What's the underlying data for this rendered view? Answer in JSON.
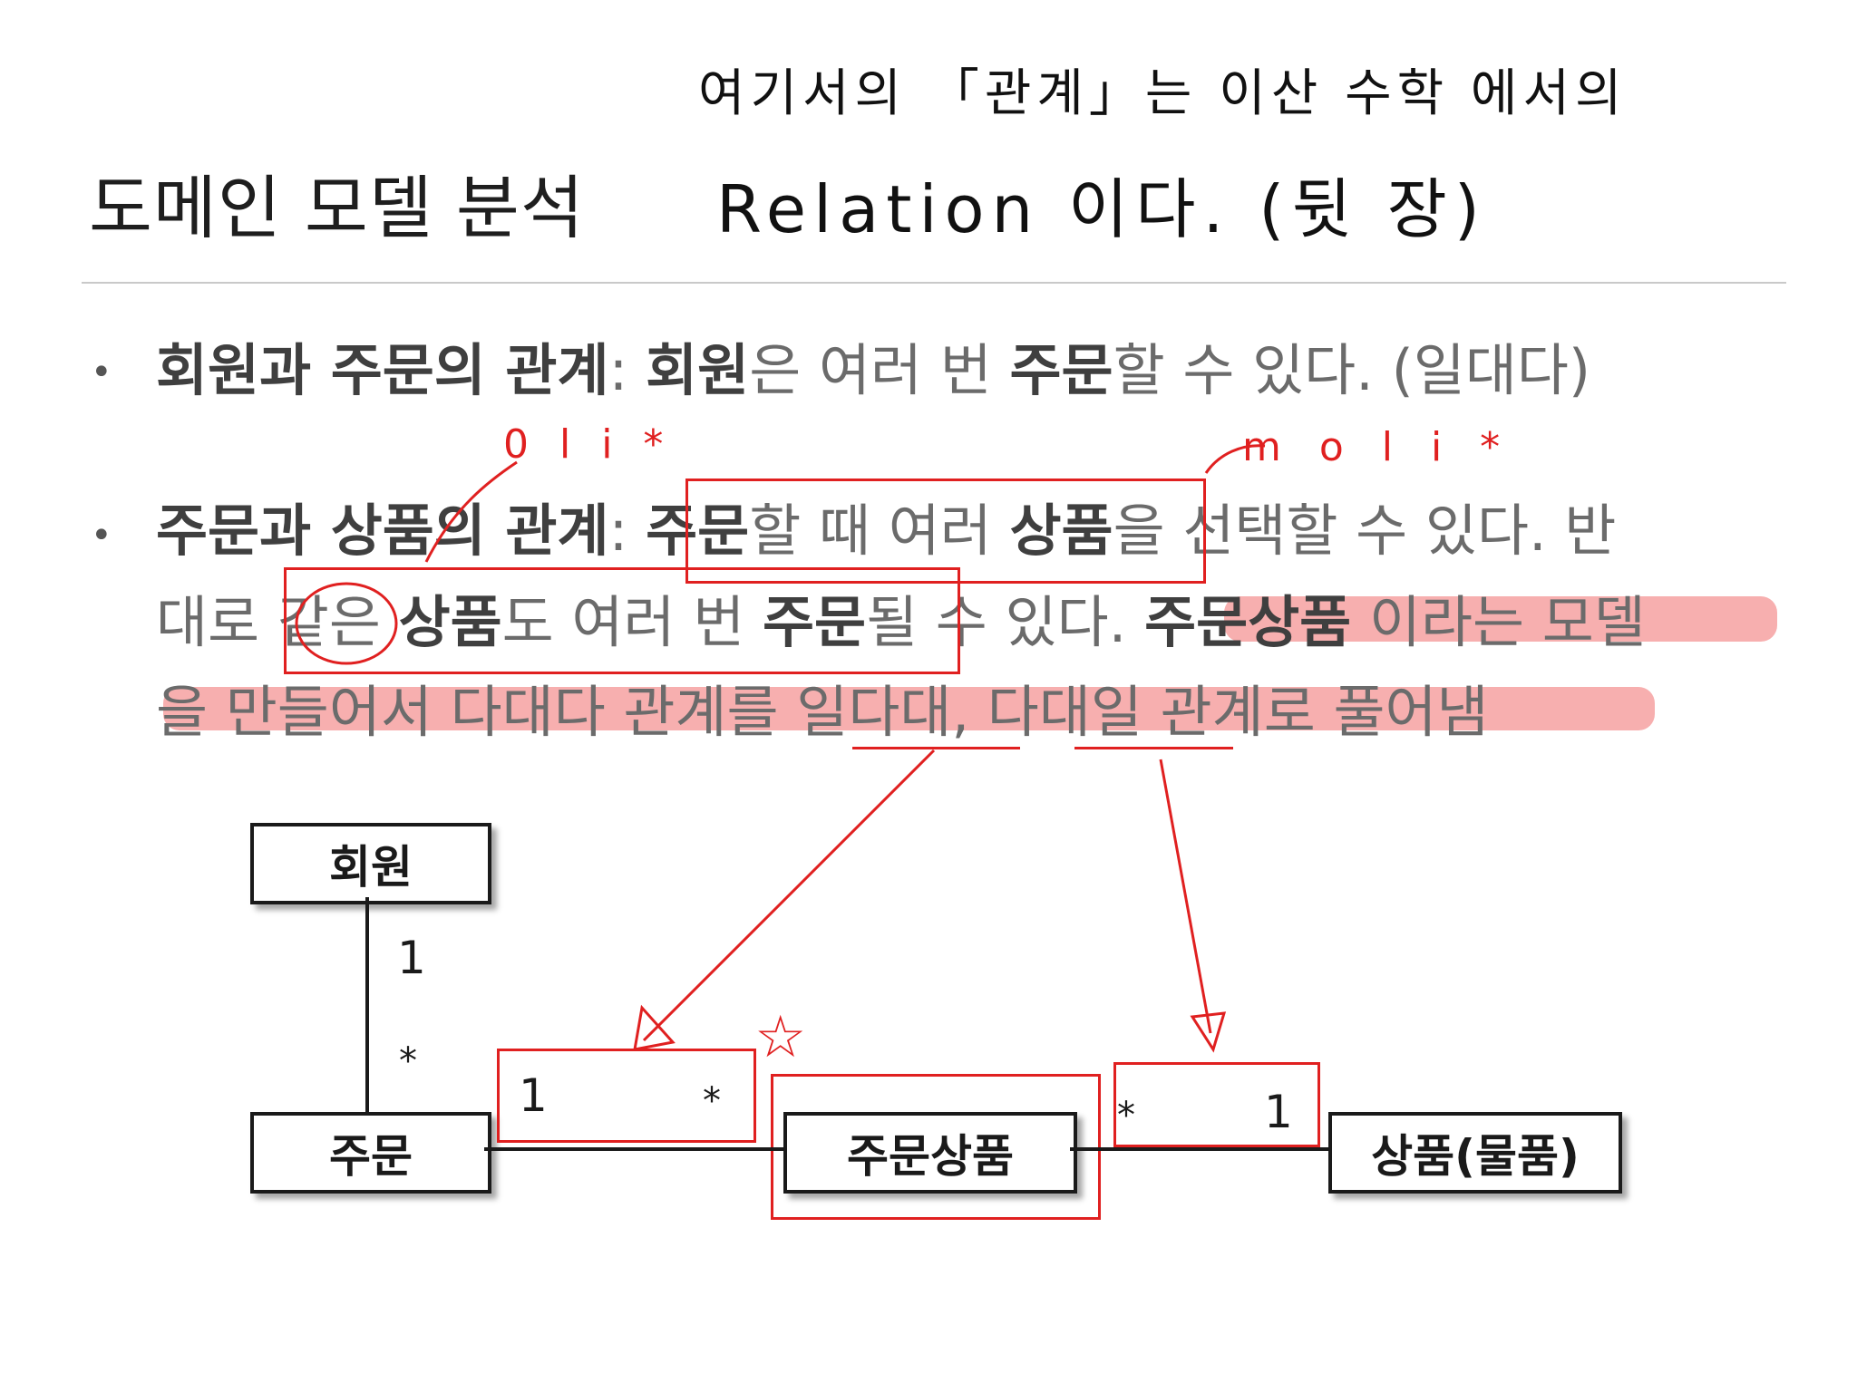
{
  "slide": {
    "title": "도메인 모델 분석",
    "bullets": [
      {
        "bold_a": "회원과 주문의 관계",
        "sep": ": ",
        "bold_b": "회원",
        "mid": "은 여러 번 ",
        "bold_c": "주문",
        "tail": "할 수 있다. (일대다)"
      },
      {
        "line1_bold_a": "주문과 상품의 관계",
        "line1_sep": ": ",
        "line1_bold_b": "주문",
        "line1_mid": "할 때 여러 ",
        "line1_bold_c": "상품",
        "line1_tail": "을 선택할 수 있다. 반",
        "line2_a": "대로 같은 ",
        "line2_bold_a": "상품",
        "line2_mid": "도 여러 번 ",
        "line2_bold_b": "주문",
        "line2_mid2": "될 수 있다. ",
        "line2_bold_c": "주문상품",
        "line2_tail": " 이라는 모델",
        "line3": "을 만들어서 다대다 관계를 일다대, 다대일 관계로 풀어냄"
      }
    ]
  },
  "diagram": {
    "member": "회원",
    "order": "주문",
    "order_item": "주문상품",
    "item": "상품(물품)",
    "member_mult": "1",
    "order_member_mult": "*",
    "order_side_mult": "1",
    "order_item_left_mult": "*",
    "order_item_right_mult": "*",
    "item_side_mult": "1"
  },
  "annotations": {
    "handwritten_line1": "여기서의 「관계」는 이산 수학 에서의",
    "handwritten_line2": "Relation 이다. (뒷 장)",
    "note_left": "0 l i *",
    "note_right": "m o l i *",
    "star": "☆",
    "accent_color": "#e02020"
  }
}
